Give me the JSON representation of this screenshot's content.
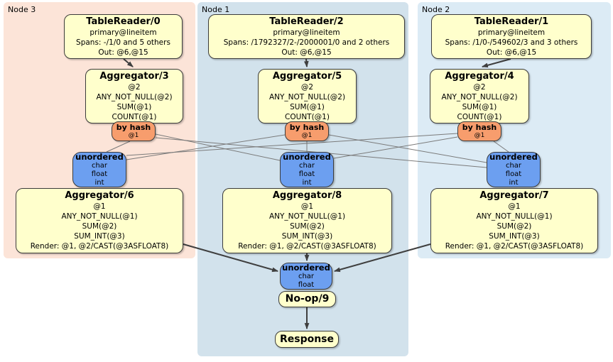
{
  "regions": {
    "node3": {
      "label": "Node 3"
    },
    "node1": {
      "label": "Node 1"
    },
    "node2": {
      "label": "Node 2"
    }
  },
  "colors": {
    "node3_bg": "#fce4d8",
    "node1_bg": "#d2e2ec",
    "node2_bg": "#dcebf5",
    "operator_bg": "#ffffcc",
    "router_bg": "#f79d6d",
    "stream_bg": "#6c9ff0"
  },
  "nodes": {
    "tr0": {
      "title": "TableReader/0",
      "lines": [
        "primary@lineitem",
        "Spans: -/1/0 and 5 others",
        "Out: @6,@15"
      ]
    },
    "tr2": {
      "title": "TableReader/2",
      "lines": [
        "primary@lineitem",
        "Spans: /1792327/2-/2000001/0 and 2 others",
        "Out: @6,@15"
      ]
    },
    "tr1": {
      "title": "TableReader/1",
      "lines": [
        "primary@lineitem",
        "Spans: /1/0-/549602/3 and 3 others",
        "Out: @6,@15"
      ]
    },
    "agg3": {
      "title": "Aggregator/3",
      "lines": [
        "@2",
        "ANY_NOT_NULL(@2)",
        "SUM(@1)",
        "COUNT(@1)"
      ]
    },
    "agg5": {
      "title": "Aggregator/5",
      "lines": [
        "@2",
        "ANY_NOT_NULL(@2)",
        "SUM(@1)",
        "COUNT(@1)"
      ]
    },
    "agg4": {
      "title": "Aggregator/4",
      "lines": [
        "@2",
        "ANY_NOT_NULL(@2)",
        "SUM(@1)",
        "COUNT(@1)"
      ]
    },
    "hash3": {
      "title": "by hash",
      "sub": "@1"
    },
    "hash1": {
      "title": "by hash",
      "sub": "@1"
    },
    "hash2": {
      "title": "by hash",
      "sub": "@1"
    },
    "un3": {
      "title": "unordered",
      "lines": [
        "char",
        "float",
        "int"
      ]
    },
    "un1": {
      "title": "unordered",
      "lines": [
        "char",
        "float",
        "int"
      ]
    },
    "un2": {
      "title": "unordered",
      "lines": [
        "char",
        "float",
        "int"
      ]
    },
    "agg6": {
      "title": "Aggregator/6",
      "lines": [
        "@1",
        "ANY_NOT_NULL(@1)",
        "SUM(@2)",
        "SUM_INT(@3)",
        "Render: @1, @2/CAST(@3ASFLOAT8)"
      ]
    },
    "agg8": {
      "title": "Aggregator/8",
      "lines": [
        "@1",
        "ANY_NOT_NULL(@1)",
        "SUM(@2)",
        "SUM_INT(@3)",
        "Render: @1, @2/CAST(@3ASFLOAT8)"
      ]
    },
    "agg7": {
      "title": "Aggregator/7",
      "lines": [
        "@1",
        "ANY_NOT_NULL(@1)",
        "SUM(@2)",
        "SUM_INT(@3)",
        "Render: @1, @2/CAST(@3ASFLOAT8)"
      ]
    },
    "unout": {
      "title": "unordered",
      "lines": [
        "char",
        "float"
      ]
    },
    "noop": {
      "title": "No-op/9"
    },
    "response": {
      "title": "Response"
    }
  },
  "edges": [
    {
      "from": "tablereader-0",
      "to": "aggregator-3",
      "style": "flow"
    },
    {
      "from": "tablereader-2",
      "to": "aggregator-5",
      "style": "flow"
    },
    {
      "from": "tablereader-1",
      "to": "aggregator-4",
      "style": "flow"
    },
    {
      "from": "aggregator-6",
      "to": "unordered-out",
      "style": "flow"
    },
    {
      "from": "aggregator-8",
      "to": "unordered-out",
      "style": "flow"
    },
    {
      "from": "aggregator-7",
      "to": "unordered-out",
      "style": "flow"
    },
    {
      "from": "noop-9",
      "to": "response",
      "style": "flow"
    },
    {
      "from": "hash-node3",
      "to": "unordered-node3",
      "style": "stream"
    },
    {
      "from": "hash-node3",
      "to": "unordered-node1",
      "style": "stream"
    },
    {
      "from": "hash-node3",
      "to": "unordered-node2",
      "style": "stream"
    },
    {
      "from": "hash-node1",
      "to": "unordered-node3",
      "style": "stream"
    },
    {
      "from": "hash-node1",
      "to": "unordered-node1",
      "style": "stream"
    },
    {
      "from": "hash-node1",
      "to": "unordered-node2",
      "style": "stream"
    },
    {
      "from": "hash-node2",
      "to": "unordered-node3",
      "style": "stream"
    },
    {
      "from": "hash-node2",
      "to": "unordered-node1",
      "style": "stream"
    },
    {
      "from": "hash-node2",
      "to": "unordered-node2",
      "style": "stream"
    }
  ]
}
